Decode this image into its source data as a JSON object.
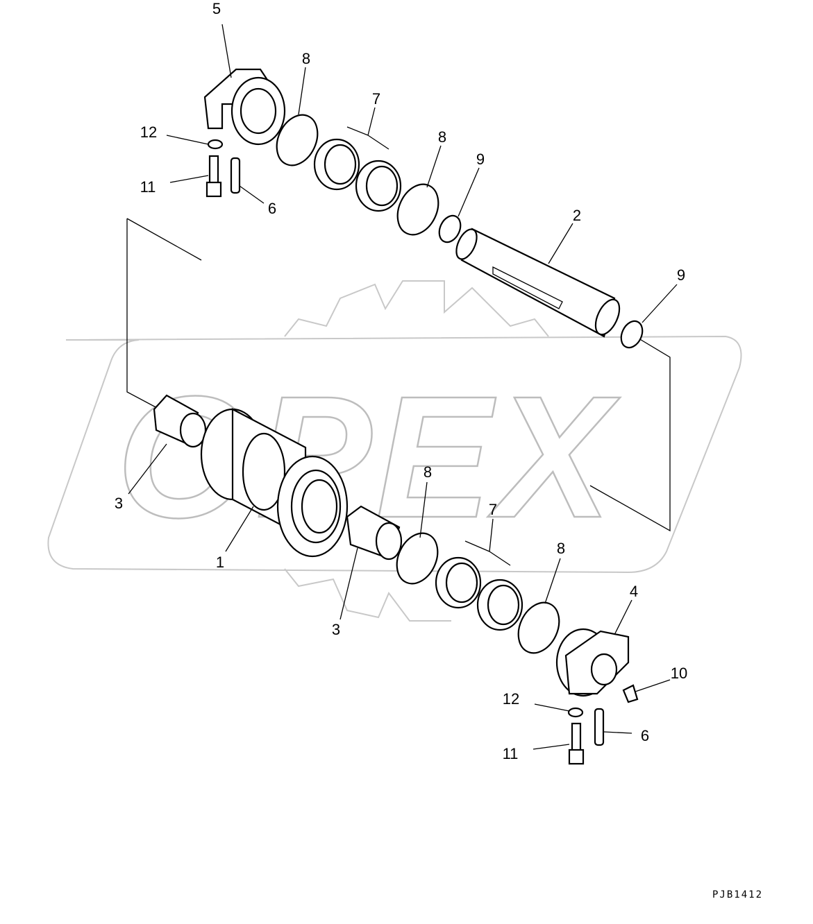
{
  "diagram_code": "PJB1412",
  "watermark": "OPEX",
  "callouts": [
    "5",
    "8",
    "7",
    "8",
    "9",
    "2",
    "9",
    "12",
    "11",
    "6",
    "3",
    "1",
    "3",
    "8",
    "7",
    "8",
    "4",
    "10",
    "12",
    "11",
    "6"
  ]
}
